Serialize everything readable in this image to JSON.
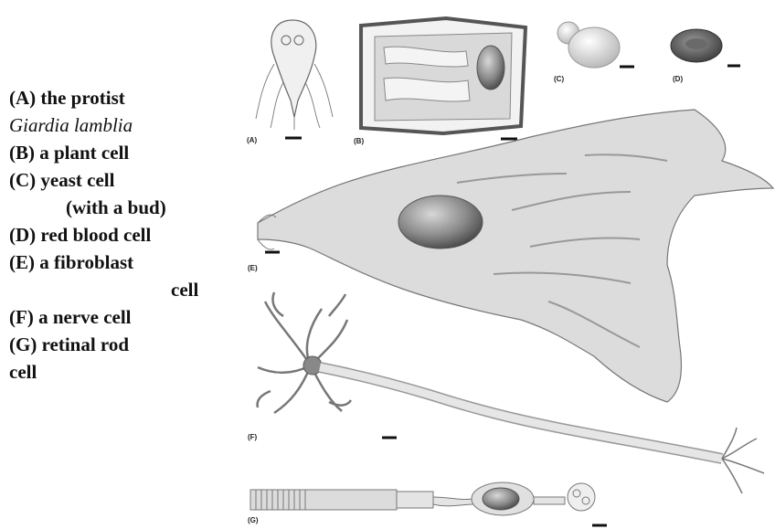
{
  "legend": {
    "a": "(A) the protist",
    "a_species": "Giardia lamblia",
    "b": "(B) a plant cell",
    "c1": "(C) yeast cell",
    "c2": "(with a bud)",
    "d": "(D) red blood cell",
    "e1": "(E) a fibroblast",
    "e2": "cell",
    "f": "(F) a nerve cell",
    "g1": "(G) retinal rod",
    "g2": "cell"
  },
  "panel_labels": {
    "a": "(A)",
    "b": "(B)",
    "c": "(C)",
    "d": "(D)",
    "e": "(E)",
    "f": "(F)",
    "g": "(G)"
  },
  "colors": {
    "cell_fill": "#dcdcdc",
    "outline": "#666666",
    "nucleus": "#8a8a8a",
    "rbc": "#555555",
    "plant_wall": "#555555"
  }
}
